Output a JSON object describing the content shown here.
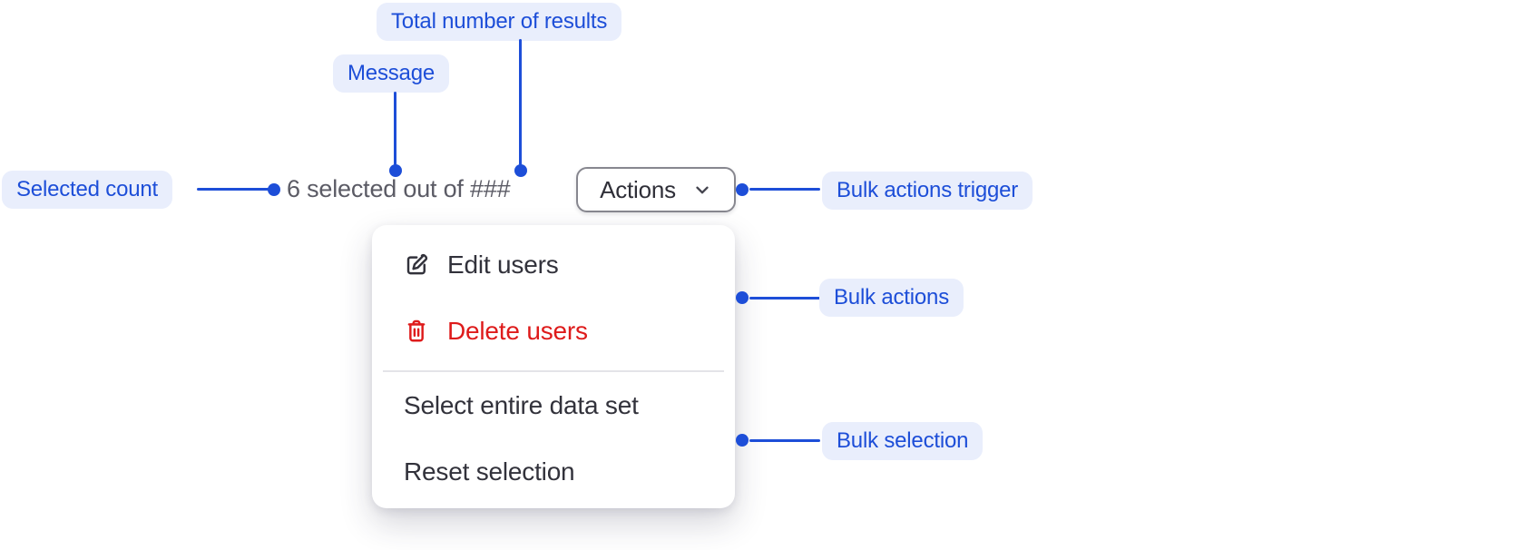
{
  "annotations": {
    "total_results": "Total number of results",
    "message": "Message",
    "selected_count": "Selected count",
    "bulk_actions_trigger": "Bulk actions trigger",
    "bulk_actions": "Bulk actions",
    "bulk_selection": "Bulk selection"
  },
  "toolbar": {
    "message_text": "6 selected out of ###",
    "actions_button_label": "Actions"
  },
  "menu": {
    "items": [
      {
        "label": "Edit users",
        "icon": "edit-icon",
        "variant": "default"
      },
      {
        "label": "Delete users",
        "icon": "trash-icon",
        "variant": "danger"
      },
      {
        "label": "Select entire data set",
        "icon": null,
        "variant": "default"
      },
      {
        "label": "Reset selection",
        "icon": null,
        "variant": "default"
      }
    ]
  },
  "colors": {
    "accent": "#1d4ed8",
    "label-bg": "#e9eefc",
    "danger": "#de1b1b",
    "text-dark": "#32323b",
    "text-muted": "#5b5b65",
    "border-gray": "#87878f",
    "divider": "#e4e4e8"
  }
}
